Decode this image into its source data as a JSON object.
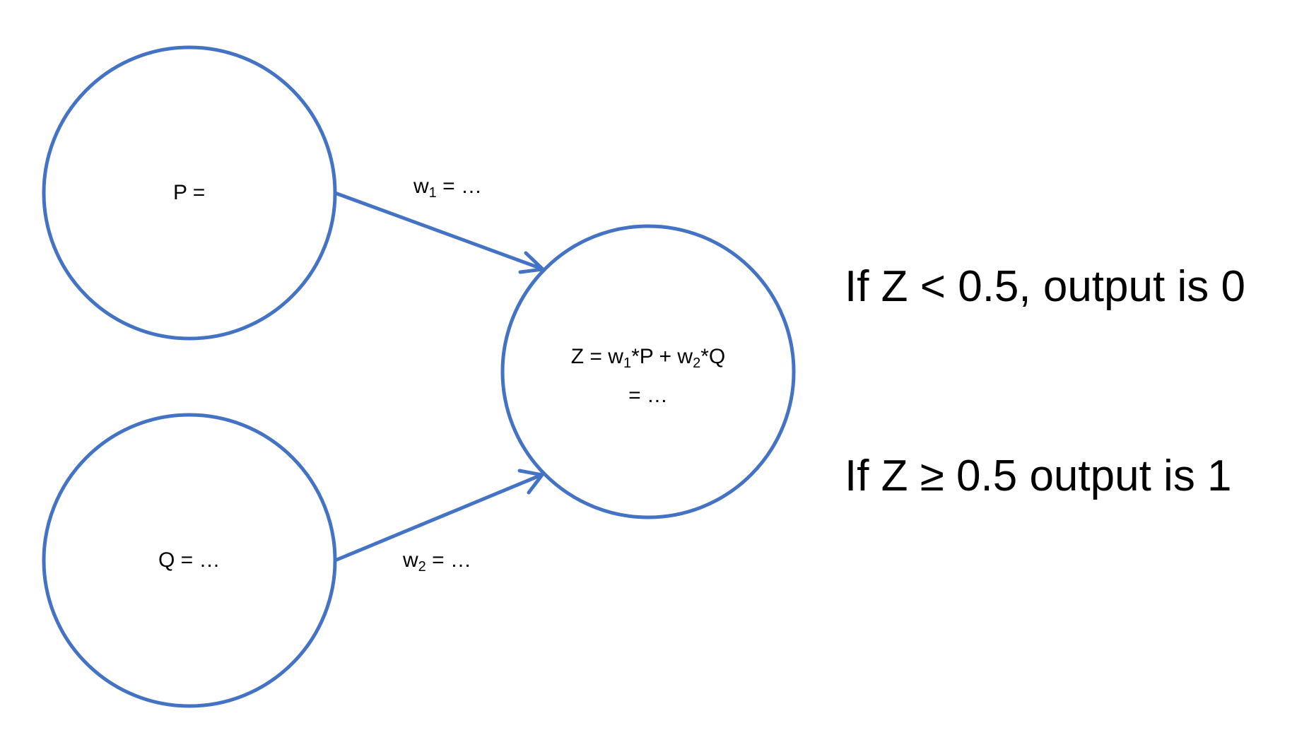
{
  "diagram": {
    "stroke_color": "#4472C4",
    "nodes": {
      "p": {
        "label": "P ="
      },
      "q": {
        "label": "Q = …"
      },
      "z": {
        "line1": {
          "prefix": "Z = w",
          "sub1": "1",
          "mid": "*P + w",
          "sub2": "2",
          "suffix": "*Q"
        },
        "line2": "= …"
      }
    },
    "edges": {
      "w1": {
        "base": "w",
        "sub": "1",
        "rest": " = …"
      },
      "w2": {
        "base": "w",
        "sub": "2",
        "rest": " = …"
      }
    },
    "rules": {
      "rule1": "If Z < 0.5, output is 0",
      "rule2": "If Z ≥ 0.5 output is 1"
    }
  }
}
